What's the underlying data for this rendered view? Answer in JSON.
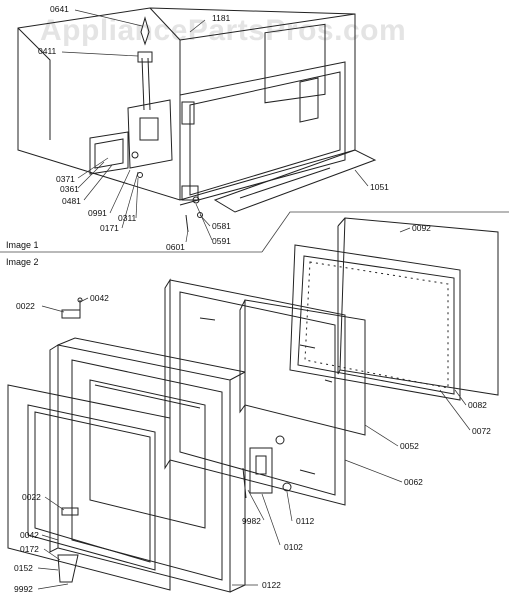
{
  "watermark": "AppliancePartsPros.com",
  "sections": {
    "image1": "Image 1",
    "image2": "Image 2"
  },
  "parts_image1": {
    "p0641": "0641",
    "p1181": "1181",
    "p0411": "0411",
    "p0371": "0371",
    "p0361": "0361",
    "p0481": "0481",
    "p0991": "0991",
    "p0311": "0311",
    "p0171": "0171",
    "p0601": "0601",
    "p0581": "0581",
    "p0591": "0591",
    "p1051": "1051"
  },
  "parts_image2": {
    "p0022a": "0022",
    "p0042a": "0042",
    "p0092": "0092",
    "p0082": "0082",
    "p0072": "0072",
    "p0052": "0052",
    "p0062": "0062",
    "p0022b": "0022",
    "p0042b": "0042",
    "p9982": "9982",
    "p0112": "0112",
    "p0102": "0102",
    "p0172": "0172",
    "p0152": "0152",
    "p9992": "9992",
    "p0122": "0122"
  }
}
